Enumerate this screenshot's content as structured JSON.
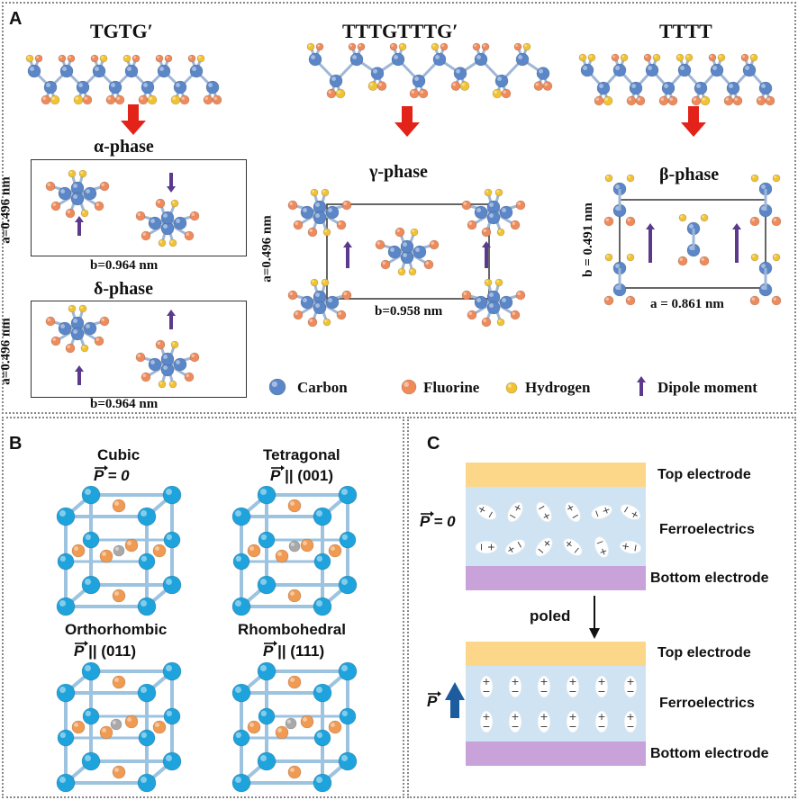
{
  "panelA": {
    "label": "A",
    "conformations": [
      "TGTG′",
      "TTTGTTTG′",
      "TTTT"
    ],
    "alpha": {
      "title": "α-phase",
      "a": "a=0.496 nm",
      "b": "b=0.964 nm"
    },
    "delta": {
      "title": "δ-phase",
      "a": "a=0.496 nm",
      "b": "b=0.964 nm"
    },
    "gamma": {
      "title": "γ-phase",
      "a": "a=0.496 nm",
      "b": "b=0.958 nm"
    },
    "beta": {
      "title": "β-phase",
      "b": "b = 0.491 nm",
      "a": "a = 0.861 nm"
    },
    "legend": [
      "Carbon",
      "Fluorine",
      "Hydrogen",
      "Dipole moment"
    ]
  },
  "panelB": {
    "label": "B",
    "cells": [
      {
        "name": "Cubic",
        "p_sym": "P",
        "p_val": " = 0"
      },
      {
        "name": "Tetragonal",
        "p_sym": "P",
        "p_val": " || (001)"
      },
      {
        "name": "Orthorhombic",
        "p_sym": "P",
        "p_val": " || (011)"
      },
      {
        "name": "Rhombohedral",
        "p_sym": "P",
        "p_val": " || (111)"
      }
    ]
  },
  "panelC": {
    "label": "C",
    "top_electrode": "Top electrode",
    "ferroelectrics": "Ferroelectrics",
    "bottom_electrode": "Bottom electrode",
    "poled": "poled",
    "p_zero_sym": "P",
    "p_zero_val": " = 0",
    "p_sym": "P"
  },
  "colors": {
    "carbon": "#5b86c8",
    "fluorine": "#ef8a5a",
    "hydrogen": "#f1c232",
    "dipole": "#5b3a8e",
    "red_arrow": "#e32219",
    "cube_atom": "#1fa3dc",
    "cube_center": "#f09a52",
    "electrode_top": "#fcd78a",
    "electrode_bottom": "#c8a2d8",
    "ferro": "#cfe3f3",
    "p_arrow": "#1d5c9e"
  }
}
